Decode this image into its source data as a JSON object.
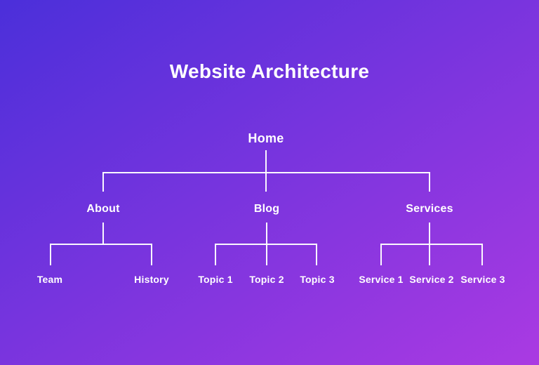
{
  "title": "Website Architecture",
  "background": {
    "gradient_start": "#4b2fda",
    "gradient_end": "#aa3ae2"
  },
  "line_color": "#ffffff",
  "tree": {
    "root": {
      "label": "Home"
    },
    "branches": [
      {
        "label": "About",
        "children": [
          {
            "label": "Team"
          },
          {
            "label": "History"
          }
        ]
      },
      {
        "label": "Blog",
        "children": [
          {
            "label": "Topic 1"
          },
          {
            "label": "Topic 2"
          },
          {
            "label": "Topic 3"
          }
        ]
      },
      {
        "label": "Services",
        "children": [
          {
            "label": "Service 1"
          },
          {
            "label": "Service 2"
          },
          {
            "label": "Service 3"
          }
        ]
      }
    ]
  }
}
